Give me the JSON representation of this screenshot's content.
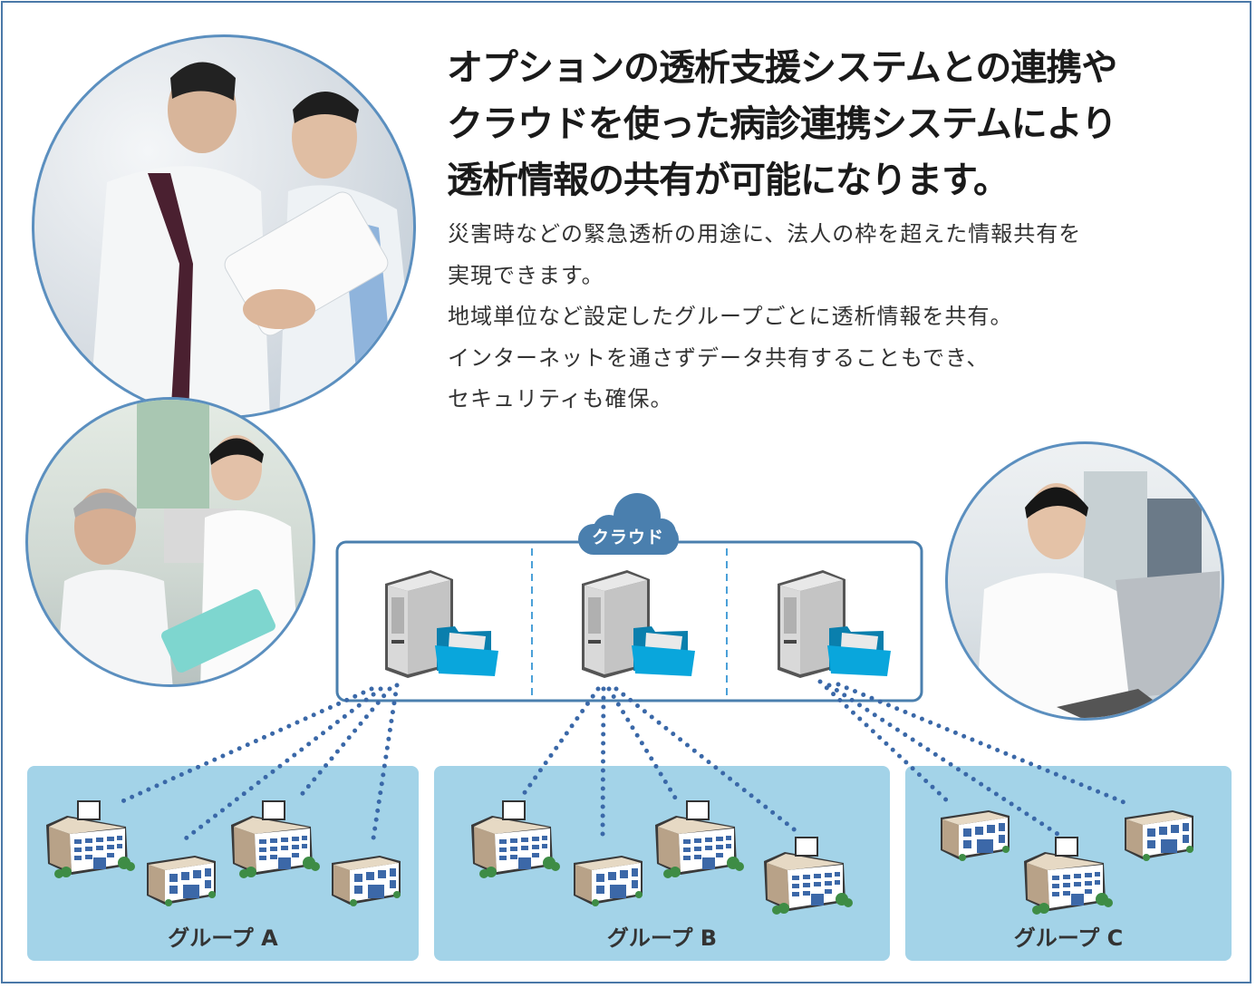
{
  "headline": {
    "lines": [
      "オプションの透析支援システムとの連携や",
      "クラウドを使った病診連携システムにより",
      "透析情報の共有が可能になります。"
    ]
  },
  "description": {
    "lines": [
      "災害時などの緊急透析の用途に、法人の枠を超えた情報共有を",
      "実現できます。",
      "地域単位など設定したグループごとに透析情報を共有。",
      "インターネットを通さずデータ共有することもでき、",
      "セキュリティも確保。"
    ]
  },
  "diagram": {
    "cloud_label": "クラウド",
    "groups": [
      {
        "label": "グループ A"
      },
      {
        "label": "グループ B"
      },
      {
        "label": "グループ C"
      }
    ]
  },
  "colors": {
    "frame": "#4a78a8",
    "panel": "#a3d3e8",
    "cloud": "#4a7fae",
    "dots": "#3a68a8",
    "folder": "#08a4d8"
  }
}
